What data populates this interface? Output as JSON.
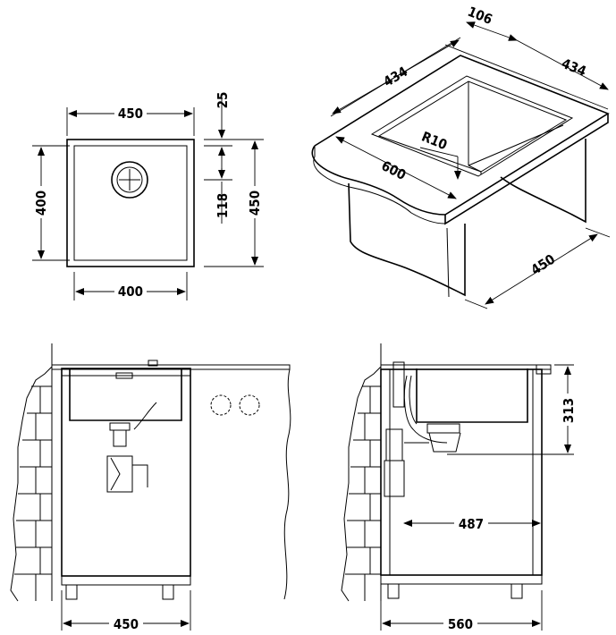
{
  "top_view": {
    "width_outer": "450",
    "width_inner": "400",
    "height_inner": "400",
    "drain_offset_top": "25",
    "drain_offset": "118",
    "height_outer": "450"
  },
  "iso_view": {
    "dim_top_right": "106",
    "dim_434_left": "434",
    "dim_434_right": "434",
    "radius": "R10",
    "width": "600",
    "depth": "450"
  },
  "front_view": {
    "cabinet_width": "450"
  },
  "side_view": {
    "sink_depth": "313",
    "drain_distance": "487",
    "cabinet_depth": "560"
  }
}
